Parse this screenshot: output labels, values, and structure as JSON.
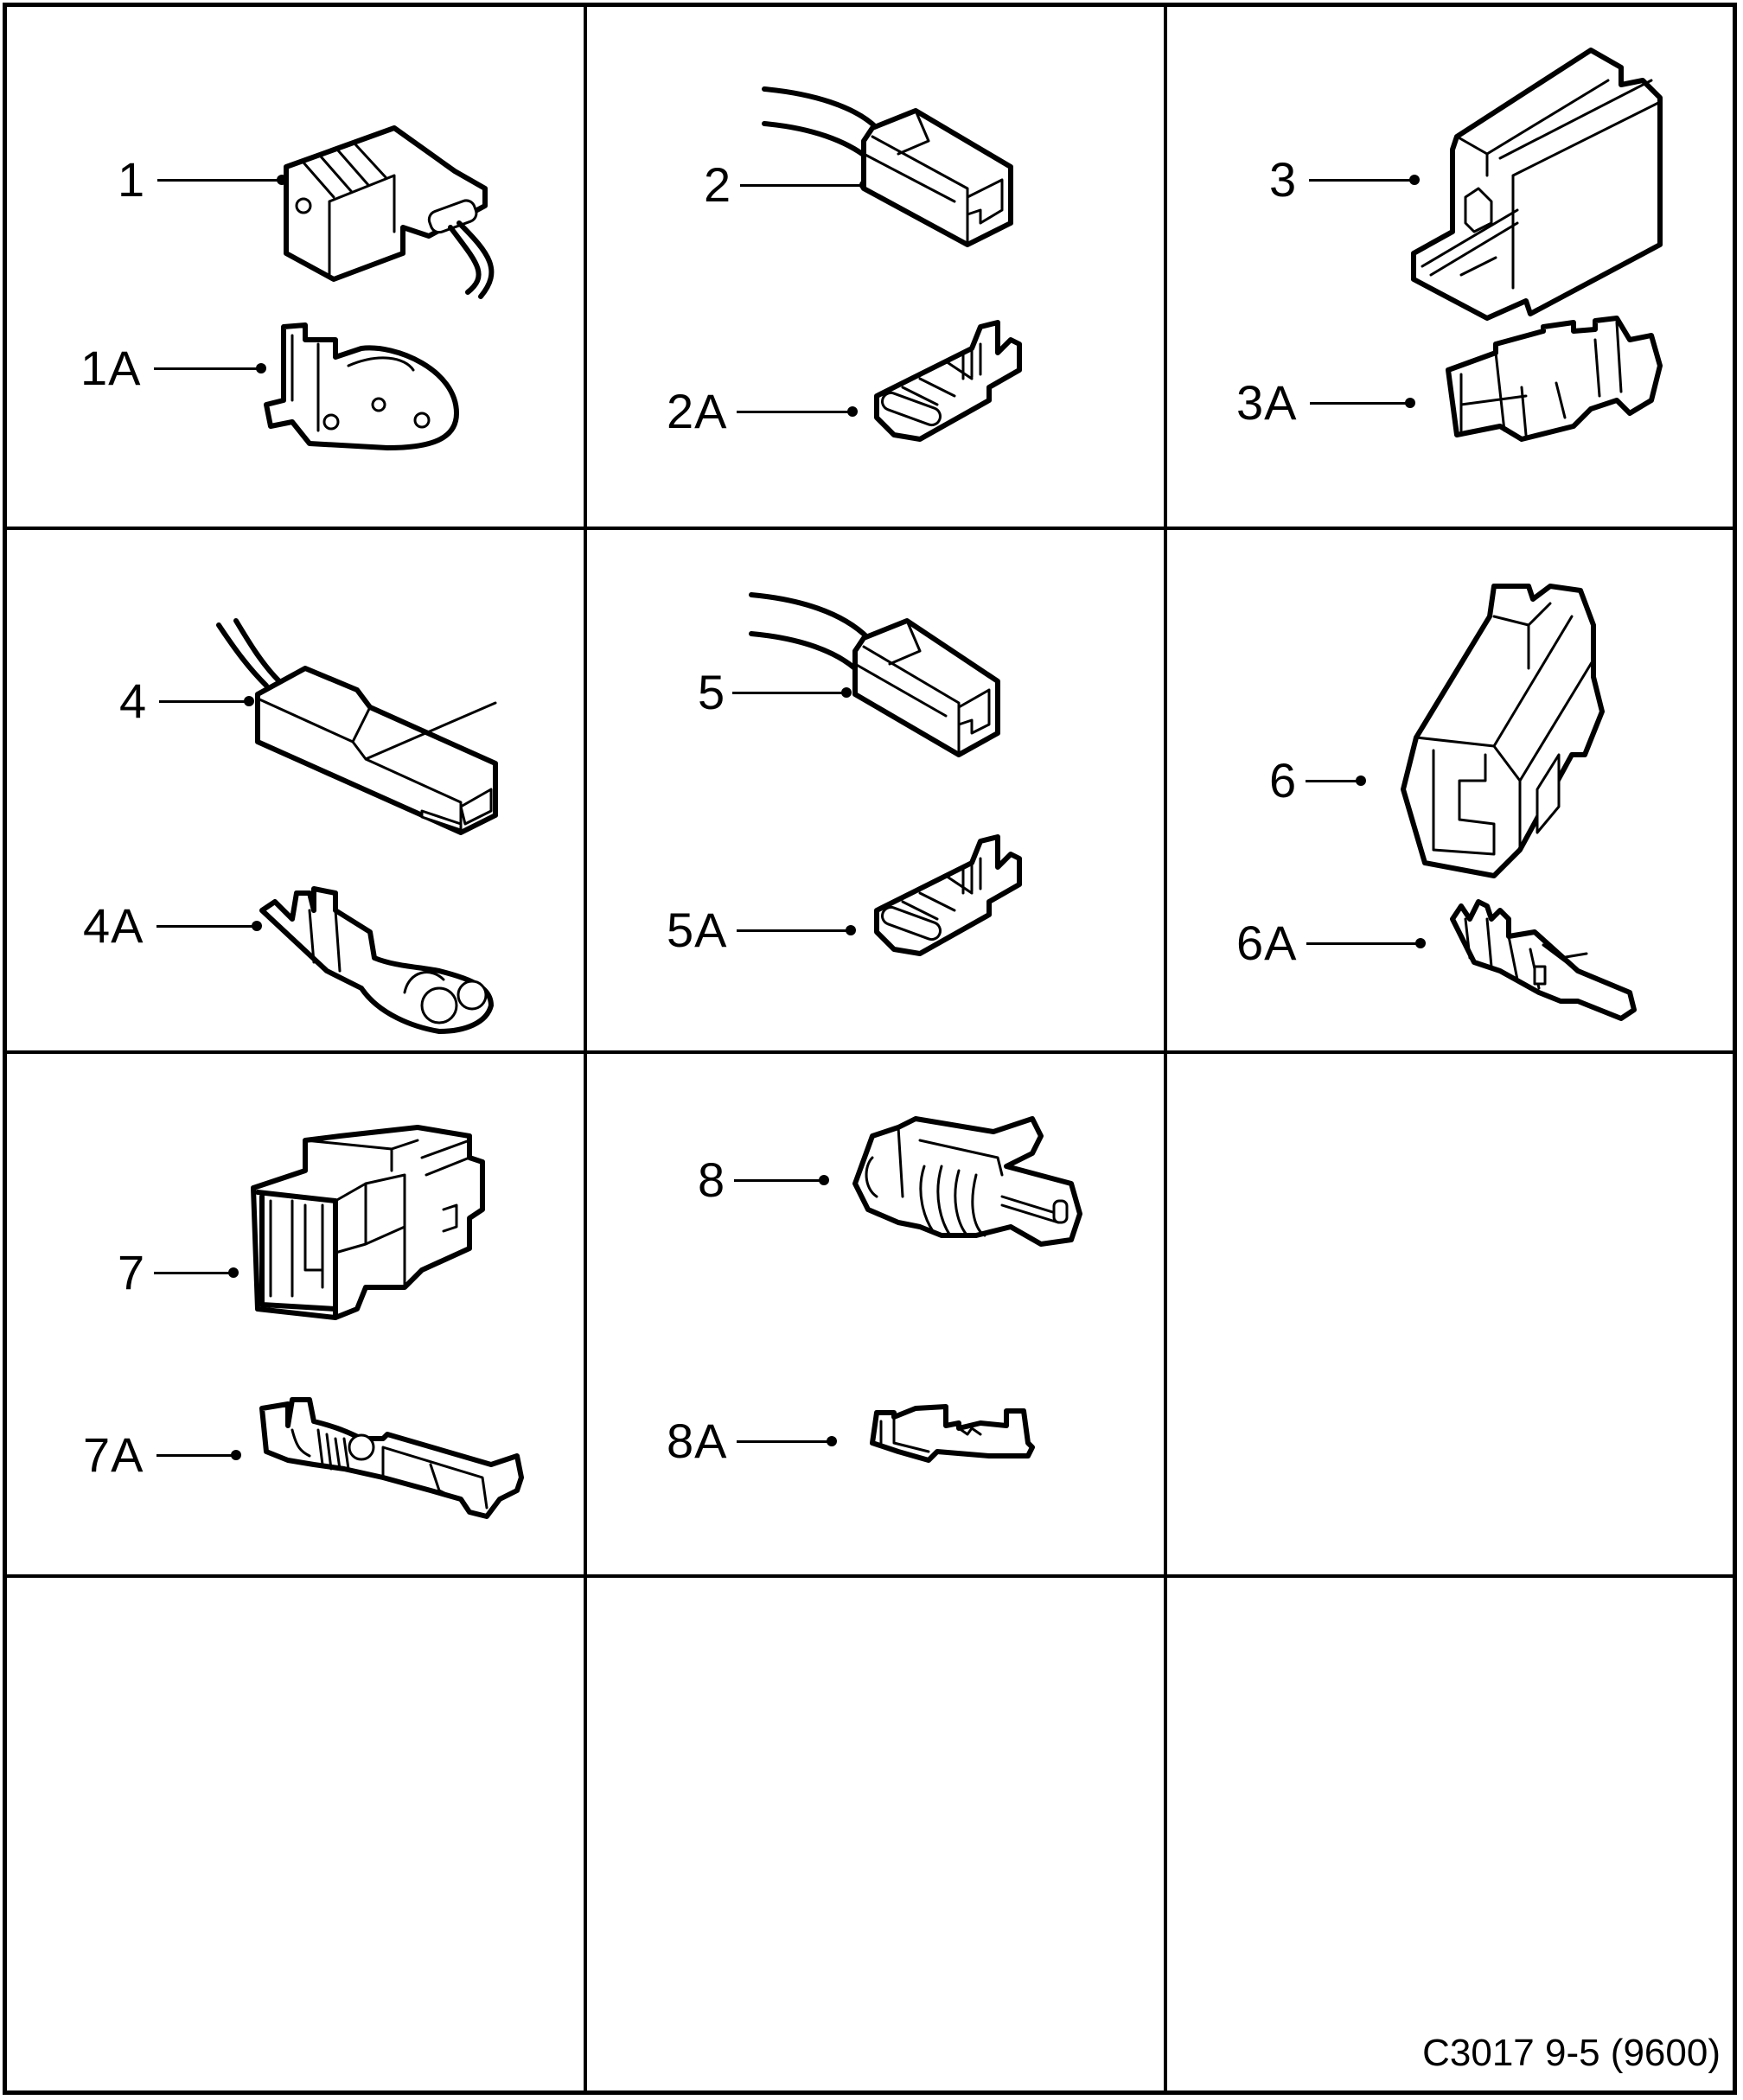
{
  "diagram": {
    "type": "connector-terminal-reference-sheet",
    "grid": {
      "columns": 3,
      "rows": 4
    },
    "cells": [
      {
        "id": "cell-1",
        "housing_label": "1",
        "terminal_label": "1A",
        "housing": "angled-2-pin-connector",
        "terminal": "crimp-terminal-eyelet"
      },
      {
        "id": "cell-2",
        "housing_label": "2",
        "terminal_label": "2A",
        "housing": "single-pin-housing-with-wires",
        "terminal": "flat-blade-receptacle"
      },
      {
        "id": "cell-3",
        "housing_label": "3",
        "terminal_label": "3A",
        "housing": "stepped-rail-housing",
        "terminal": "box-receptacle-terminal"
      },
      {
        "id": "cell-4",
        "housing_label": "4",
        "terminal_label": "4A",
        "housing": "flat-single-pin-housing",
        "terminal": "round-pin-terminal"
      },
      {
        "id": "cell-5",
        "housing_label": "5",
        "terminal_label": "5A",
        "housing": "single-pin-housing-with-wires",
        "terminal": "flat-blade-receptacle"
      },
      {
        "id": "cell-6",
        "housing_label": "6",
        "terminal_label": "6A",
        "housing": "square-sealed-housing",
        "terminal": "small-blade-terminal"
      },
      {
        "id": "cell-7",
        "housing_label": "7",
        "terminal_label": "7A",
        "housing": "square-socket-housing",
        "terminal": "spring-crimp-terminal"
      },
      {
        "id": "cell-8",
        "housing_label": "8",
        "terminal_label": "8A",
        "housing": "weatherpack-sealed-connector",
        "terminal": "tab-terminal"
      },
      {
        "id": "cell-9",
        "empty": true
      },
      {
        "id": "cell-10",
        "empty": true
      },
      {
        "id": "cell-11",
        "empty": true
      },
      {
        "id": "cell-12",
        "empty": true
      }
    ]
  },
  "labels": {
    "c1": "1",
    "c1a": "1A",
    "c2": "2",
    "c2a": "2A",
    "c3": "3",
    "c3a": "3A",
    "c4": "4",
    "c4a": "4A",
    "c5": "5",
    "c5a": "5A",
    "c6": "6",
    "c6a": "6A",
    "c7": "7",
    "c7a": "7A",
    "c8": "8",
    "c8a": "8A"
  },
  "footer": {
    "reference": "C3017 9-5 (9600)"
  },
  "colors": {
    "line": "#000000",
    "background": "#ffffff"
  }
}
